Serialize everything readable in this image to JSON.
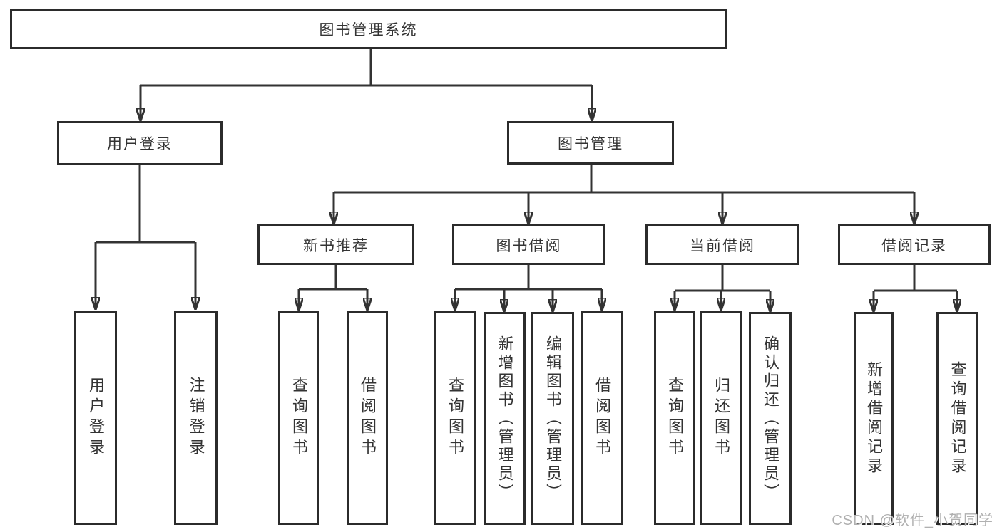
{
  "diagram": {
    "nodes": {
      "root": "图书管理系统",
      "user_login": "用户登录",
      "book_mgmt": "图书管理",
      "new_book_rec": "新书推荐",
      "book_borrow": "图书借阅",
      "current_borrow": "当前借阅",
      "borrow_records": "借阅记录",
      "leaf_user_login": "用户登录",
      "leaf_logout": "注销登录",
      "leaf_query_book_rec": "查询图书",
      "leaf_borrow_book_rec": "借阅图书",
      "leaf_query_book_borrow": "查询图书",
      "leaf_add_book": "新增图书（管理员）",
      "leaf_edit_book": "编辑图书（管理员）",
      "leaf_borrow_book_borrow": "借阅图书",
      "leaf_query_book_current": "查询图书",
      "leaf_return_book": "归还图书",
      "leaf_confirm_return": "确认归还（管理员）",
      "leaf_add_record": "新增借阅记录",
      "leaf_query_record": "查询借阅记录"
    },
    "colors": {
      "line": "#333333",
      "border": "#2b2b2b",
      "watermark_text": "#b0b0b0"
    }
  },
  "watermark": {
    "text": "CSDN @软件_小贺同学"
  }
}
